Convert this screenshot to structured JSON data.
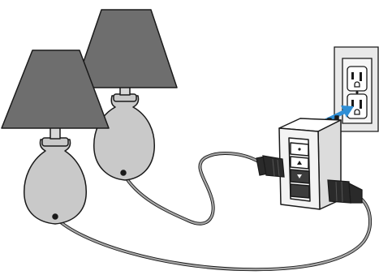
{
  "illustration": {
    "objects": [
      {
        "id": "lamp-back",
        "name": "table-lamp",
        "shade_color": "#6e6e6e",
        "base_color": "#c9c9c9"
      },
      {
        "id": "lamp-front",
        "name": "table-lamp",
        "shade_color": "#6e6e6e",
        "base_color": "#c9c9c9"
      },
      {
        "id": "outlet",
        "name": "duplex-wall-outlet"
      },
      {
        "id": "dimmer",
        "name": "plug-in-lamp-dimmer-module"
      }
    ],
    "colors": {
      "outline": "#1a1a1a",
      "cord": "#9a9a9a",
      "arrow": "#2f8fd6",
      "plug": "#2a2a2a",
      "module_body": "#f3f3f3",
      "button_dark": "#3c3c3c"
    }
  }
}
